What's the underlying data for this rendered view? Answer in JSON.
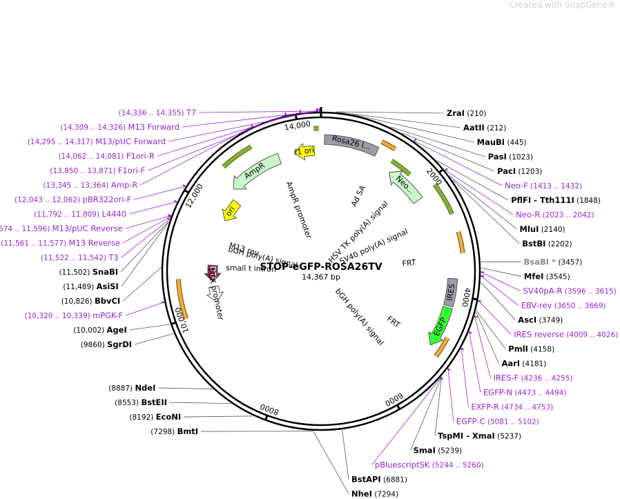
{
  "watermark": "Created with SnapGene®",
  "plasmid": {
    "name": "STOP-eGFP-ROSA26TV",
    "size_label": "14,367 bp",
    "length": 14367
  },
  "colors": {
    "enzyme": "#000000",
    "primer": "#9a24cf",
    "dark_feature": "#9a9ea5",
    "ampr": "#c9f5c9",
    "ori": "#ffff00",
    "f1ori": "#ffff00",
    "egfp": "#33ff33",
    "dta": "#8a2b5e",
    "promoter_arrow": "#ffffff",
    "orange_arc": "#f5b042",
    "green_arc": "#6ebf3c"
  },
  "tick_labels": [
    {
      "pos": 2000,
      "label": "2000"
    },
    {
      "pos": 4000,
      "label": "4000"
    },
    {
      "pos": 6000,
      "label": "6000"
    },
    {
      "pos": 8000,
      "label": "8000"
    },
    {
      "pos": 10000,
      "label": "10,000"
    },
    {
      "pos": 12000,
      "label": "12,000"
    },
    {
      "pos": 14000,
      "label": "14,000"
    }
  ],
  "sites": [
    {
      "name": "ZraI",
      "coord": "(210)",
      "pos": 210,
      "kind": "enzyme",
      "side": "right"
    },
    {
      "name": "AatII",
      "coord": "(212)",
      "pos": 212,
      "kind": "enzyme",
      "side": "right"
    },
    {
      "name": "MauBI",
      "coord": "(445)",
      "pos": 445,
      "kind": "enzyme",
      "side": "right"
    },
    {
      "name": "PasI",
      "coord": "(1023)",
      "pos": 1023,
      "kind": "enzyme",
      "side": "right"
    },
    {
      "name": "PacI",
      "coord": "(1203)",
      "pos": 1203,
      "kind": "enzyme",
      "side": "right"
    },
    {
      "name": "Neo-F",
      "coord": "(1413 .. 1432)",
      "pos": 1422,
      "kind": "primer",
      "side": "right"
    },
    {
      "name": "PflFI - Tth111I",
      "coord": "(1848)",
      "pos": 1848,
      "kind": "enzyme",
      "side": "right"
    },
    {
      "name": "Neo-R",
      "coord": "(2023 .. 2042)",
      "pos": 2032,
      "kind": "primer",
      "side": "right"
    },
    {
      "name": "MluI",
      "coord": "(2140)",
      "pos": 2140,
      "kind": "enzyme",
      "side": "right"
    },
    {
      "name": "BstBI",
      "coord": "(2202)",
      "pos": 2202,
      "kind": "enzyme",
      "side": "right"
    },
    {
      "name": "BsaBI *",
      "coord": "(3457)",
      "pos": 3457,
      "kind": "enzyme-gray",
      "side": "right"
    },
    {
      "name": "MfeI",
      "coord": "(3545)",
      "pos": 3545,
      "kind": "enzyme",
      "side": "right"
    },
    {
      "name": "SV40pA-R",
      "coord": "(3596 .. 3615)",
      "pos": 3605,
      "kind": "primer",
      "side": "right"
    },
    {
      "name": "EBV-rev",
      "coord": "(3650 .. 3669)",
      "pos": 3660,
      "kind": "primer",
      "side": "right"
    },
    {
      "name": "AscI",
      "coord": "(3749)",
      "pos": 3749,
      "kind": "enzyme",
      "side": "right"
    },
    {
      "name": "IRES reverse",
      "coord": "(4009 .. 4026)",
      "pos": 4017,
      "kind": "primer",
      "side": "right"
    },
    {
      "name": "PmlI",
      "coord": "(4158)",
      "pos": 4158,
      "kind": "enzyme",
      "side": "right"
    },
    {
      "name": "AarI",
      "coord": "(4181)",
      "pos": 4181,
      "kind": "enzyme",
      "side": "right"
    },
    {
      "name": "IRES-F",
      "coord": "(4236 .. 4255)",
      "pos": 4245,
      "kind": "primer",
      "side": "right"
    },
    {
      "name": "EGFP-N",
      "coord": "(4473 .. 4494)",
      "pos": 4483,
      "kind": "primer",
      "side": "right"
    },
    {
      "name": "EXFP-R",
      "coord": "(4734 .. 4753)",
      "pos": 4743,
      "kind": "primer",
      "side": "right"
    },
    {
      "name": "EGFP-C",
      "coord": "(5081 .. 5102)",
      "pos": 5091,
      "kind": "primer",
      "side": "right"
    },
    {
      "name": "TspMI - XmaI",
      "coord": "(5237)",
      "pos": 5237,
      "kind": "enzyme",
      "side": "right"
    },
    {
      "name": "SmaI",
      "coord": "(5239)",
      "pos": 5239,
      "kind": "enzyme",
      "side": "right"
    },
    {
      "name": "pBluescriptSK",
      "coord": "(5244 .. 5260)",
      "pos": 5252,
      "kind": "primer",
      "side": "right"
    },
    {
      "name": "BstAPI",
      "coord": "(6881)",
      "pos": 6881,
      "kind": "enzyme",
      "side": "right"
    },
    {
      "name": "NheI",
      "coord": "(7294)",
      "pos": 7294,
      "kind": "enzyme",
      "side": "right"
    },
    {
      "name": "BmtI",
      "coord": "(7298)",
      "pos": 7298,
      "kind": "enzyme",
      "side": "left"
    },
    {
      "name": "EcoNI",
      "coord": "(8192)",
      "pos": 8192,
      "kind": "enzyme",
      "side": "left"
    },
    {
      "name": "BstEII",
      "coord": "(8553)",
      "pos": 8553,
      "kind": "enzyme",
      "side": "left"
    },
    {
      "name": "NdeI",
      "coord": "(8887)",
      "pos": 8887,
      "kind": "enzyme",
      "side": "left"
    },
    {
      "name": "SgrDI",
      "coord": "(9860)",
      "pos": 9860,
      "kind": "enzyme",
      "side": "left"
    },
    {
      "name": "AgeI",
      "coord": "(10,002)",
      "pos": 10002,
      "kind": "enzyme",
      "side": "left"
    },
    {
      "name": "mPGK-F",
      "coord": "(10,320 .. 10,339)",
      "pos": 10330,
      "kind": "primer",
      "side": "left"
    },
    {
      "name": "BbvCI",
      "coord": "(10,826)",
      "pos": 10826,
      "kind": "enzyme",
      "side": "left"
    },
    {
      "name": "AsiSI",
      "coord": "(11,489)",
      "pos": 11489,
      "kind": "enzyme",
      "side": "left"
    },
    {
      "name": "SnaBI",
      "coord": "(11,502)",
      "pos": 11502,
      "kind": "enzyme",
      "side": "left"
    },
    {
      "name": "T3",
      "coord": "(11,522 .. 11,542)",
      "pos": 11532,
      "kind": "primer",
      "side": "left"
    },
    {
      "name": "M13 Reverse",
      "coord": "(11,561 .. 11,577)",
      "pos": 11569,
      "kind": "primer",
      "side": "left"
    },
    {
      "name": "M13/pUC Reverse",
      "coord": "(11,574 .. 11,596)",
      "pos": 11585,
      "kind": "primer",
      "side": "left"
    },
    {
      "name": "L4440",
      "coord": "(11,792 .. 11,809)",
      "pos": 11800,
      "kind": "primer",
      "side": "left"
    },
    {
      "name": "pBR322ori-F",
      "coord": "(12,043 .. 12,062)",
      "pos": 12052,
      "kind": "primer",
      "side": "left"
    },
    {
      "name": "Amp-R",
      "coord": "(13,345 .. 13,364)",
      "pos": 13354,
      "kind": "primer",
      "side": "left"
    },
    {
      "name": "F1ori-F",
      "coord": "(13,850 .. 13,871)",
      "pos": 13860,
      "kind": "primer",
      "side": "left"
    },
    {
      "name": "F1ori-R",
      "coord": "(14,062 .. 14,081)",
      "pos": 14071,
      "kind": "primer",
      "side": "left"
    },
    {
      "name": "M13/pUC Forward",
      "coord": "(14,295 .. 14,317)",
      "pos": 14306,
      "kind": "primer",
      "side": "left"
    },
    {
      "name": "M13 Forward",
      "coord": "(14,309 .. 14,326)",
      "pos": 14317,
      "kind": "primer",
      "side": "left"
    },
    {
      "name": "T7",
      "coord": "(14,336 .. 14,355)",
      "pos": 14345,
      "kind": "primer",
      "side": "left"
    }
  ],
  "features": [
    {
      "label": "Rosa26 l...",
      "start": 60,
      "end": 1000,
      "kind": "box",
      "color": "#9a9ea5"
    },
    {
      "label": "Neo...",
      "start": 1380,
      "end": 2150,
      "kind": "arrow-rev",
      "color": "#c9f5c9"
    },
    {
      "label": "IRES",
      "start": 3720,
      "end": 4200,
      "kind": "box",
      "color": "#9a9ea5"
    },
    {
      "label": "EGFP",
      "start": 4230,
      "end": 4950,
      "kind": "arrow-fwd",
      "color": "#33ff33"
    },
    {
      "label": "AmpR",
      "start": 12500,
      "end": 13560,
      "kind": "arrow-rev",
      "color": "#c9f5c9"
    },
    {
      "label": "ori",
      "start": 11880,
      "end": 12340,
      "kind": "arrow-rev",
      "color": "#ffff00"
    },
    {
      "label": "f1 ori",
      "start": 13860,
      "end": 14240,
      "kind": "arrow-rev",
      "color": "#ffff00"
    },
    {
      "label": "DTA",
      "start": 10550,
      "end": 10900,
      "kind": "arrow-rev-dark",
      "color": "#8a2b5e"
    },
    {
      "label": "PGK promoter",
      "start": 10120,
      "end": 10450,
      "kind": "arrow-rev-white",
      "color": "#ffffff"
    }
  ],
  "inner_labels": [
    {
      "text": "Ad SA",
      "pos": 1060
    },
    {
      "text": "HSV TK poly(A) signal",
      "pos": 1750
    },
    {
      "text": "SV40 poly(A) signal",
      "pos": 2600
    },
    {
      "text": "FRT",
      "pos": 3390
    },
    {
      "text": "FRT",
      "pos": 5000
    },
    {
      "text": "bGH poly(A) signal",
      "pos": 5600
    },
    {
      "text": "small t intron",
      "pos": 10850
    },
    {
      "text": "M13 rev",
      "pos": 11400
    },
    {
      "text": "bGH poly(A) signal",
      "pos": 11300
    },
    {
      "text": "AmpR promoter",
      "pos": 13560
    }
  ]
}
